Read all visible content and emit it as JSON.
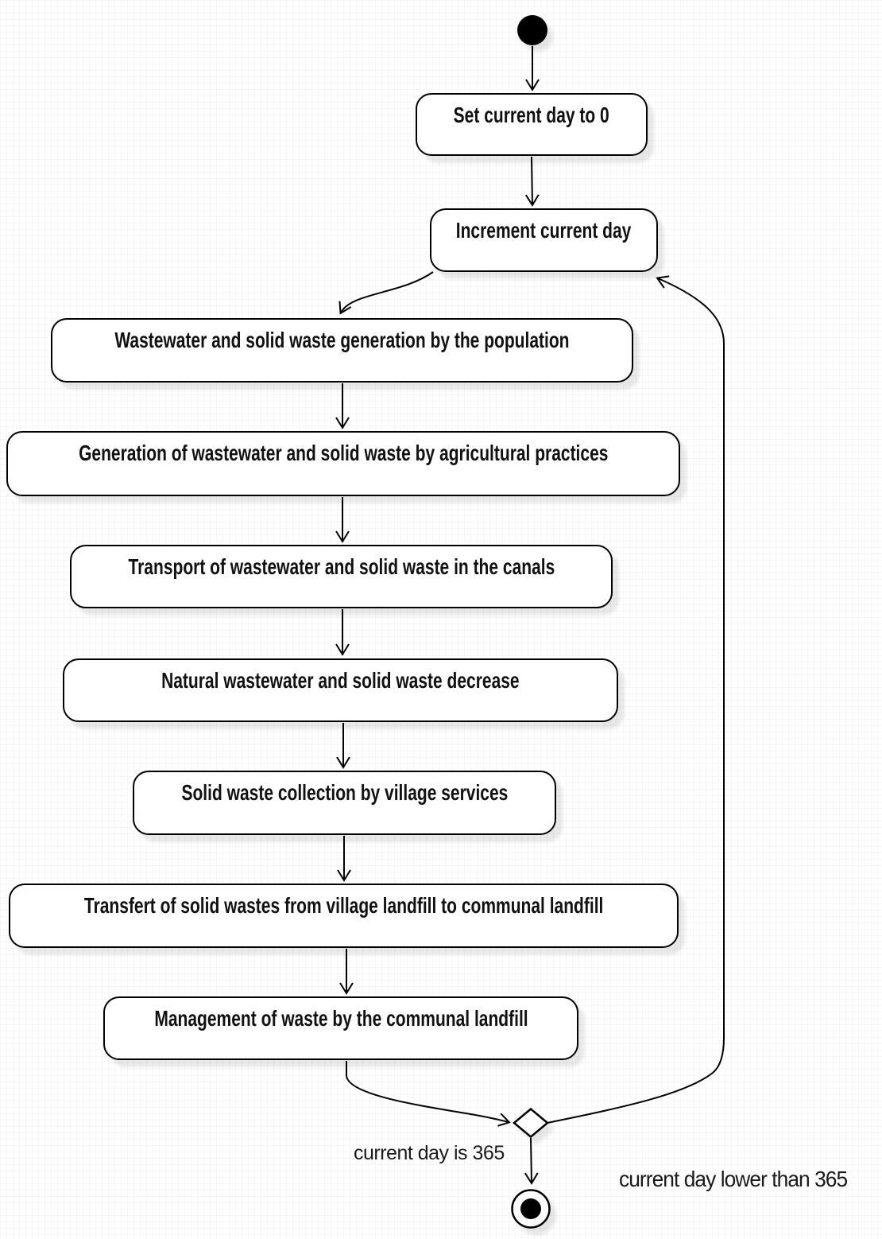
{
  "diagram": {
    "colors": {
      "stroke": "#000000",
      "node_fill": "#ffffff",
      "grid": "#ebebeb",
      "shadow": "#e8e8e8"
    },
    "symbols": {
      "start": "initial-node",
      "end": "activity-final-node",
      "decision": "decision-diamond"
    },
    "activities": [
      {
        "label": "Set current day to 0"
      },
      {
        "label": "Increment current day"
      },
      {
        "label": "Wastewater and solid waste generation by the population"
      },
      {
        "label": "Generation of wastewater and solid waste by agricultural practices"
      },
      {
        "label": "Transport of wastewater and solid waste in the canals"
      },
      {
        "label": "Natural wastewater and solid waste decrease"
      },
      {
        "label": "Solid waste collection by village services"
      },
      {
        "label": "Transfert of solid wastes from village landfill to communal landfill"
      },
      {
        "label": "Management of waste by the communal landfill"
      }
    ],
    "edge_labels": {
      "to_end": "current day is 365",
      "loop_back": "current day lower than 365"
    }
  }
}
